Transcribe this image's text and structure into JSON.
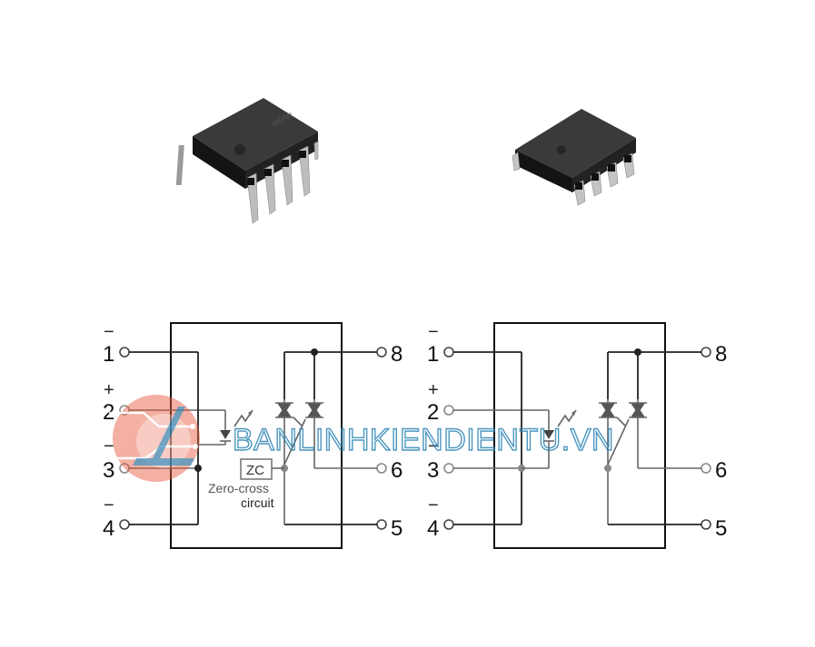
{
  "diagrams": [
    {
      "pins": {
        "p1": "1",
        "p2": "2",
        "p3": "3",
        "p4": "4",
        "p5": "5",
        "p6": "6",
        "p8": "8"
      },
      "polarity": {
        "p1": "−",
        "p2": "+",
        "p3": "−",
        "p4": "−"
      },
      "zc_box": "ZC",
      "zc_caption_line1": "Zero-cross",
      "zc_caption_line2": "circuit"
    },
    {
      "pins": {
        "p1": "1",
        "p2": "2",
        "p3": "3",
        "p4": "4",
        "p5": "5",
        "p6": "6",
        "p8": "8"
      },
      "polarity": {
        "p1": "−",
        "p2": "+",
        "p3": "−",
        "p4": "−"
      }
    }
  ],
  "watermark": "BANLINHKIENDIENTU.VN",
  "packages": [
    "dip-8-package",
    "smd-8-package"
  ]
}
